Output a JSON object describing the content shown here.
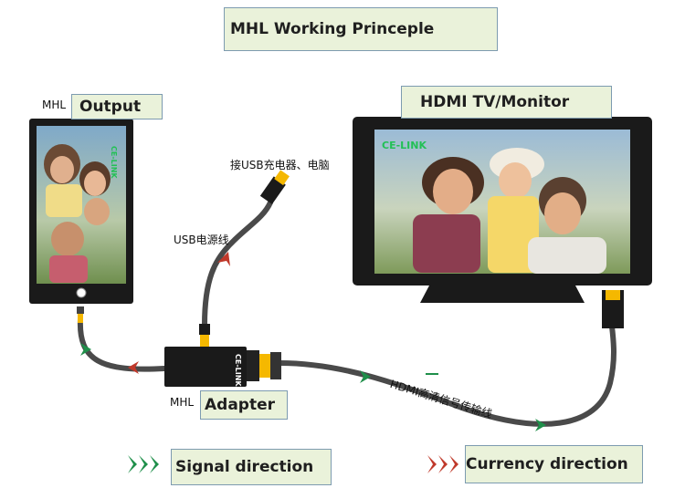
{
  "title": "MHL Working Princeple",
  "output_label": "Output",
  "mhl_phone_label": "MHL",
  "tv_label": "HDMI TV/Monitor",
  "usb_power_note": "接USB充电器、电脑",
  "usb_cable_label": "USB电源线",
  "adapter_label": "Adapter",
  "mhl_adapter_label": "MHL",
  "hdmi_cable_label": "HDMI高清信号传输线",
  "brand_text": "CE-LINK",
  "legend": {
    "signal_label": "Signal direction",
    "currency_label": "Currency direction",
    "signal_color": "#1f8f4a",
    "currency_color": "#c0392b"
  },
  "colors": {
    "cable": "#4a4a4a",
    "device_body": "#1a1a1a",
    "connector": "#f5b800",
    "label_bg": "#eaf2da"
  }
}
